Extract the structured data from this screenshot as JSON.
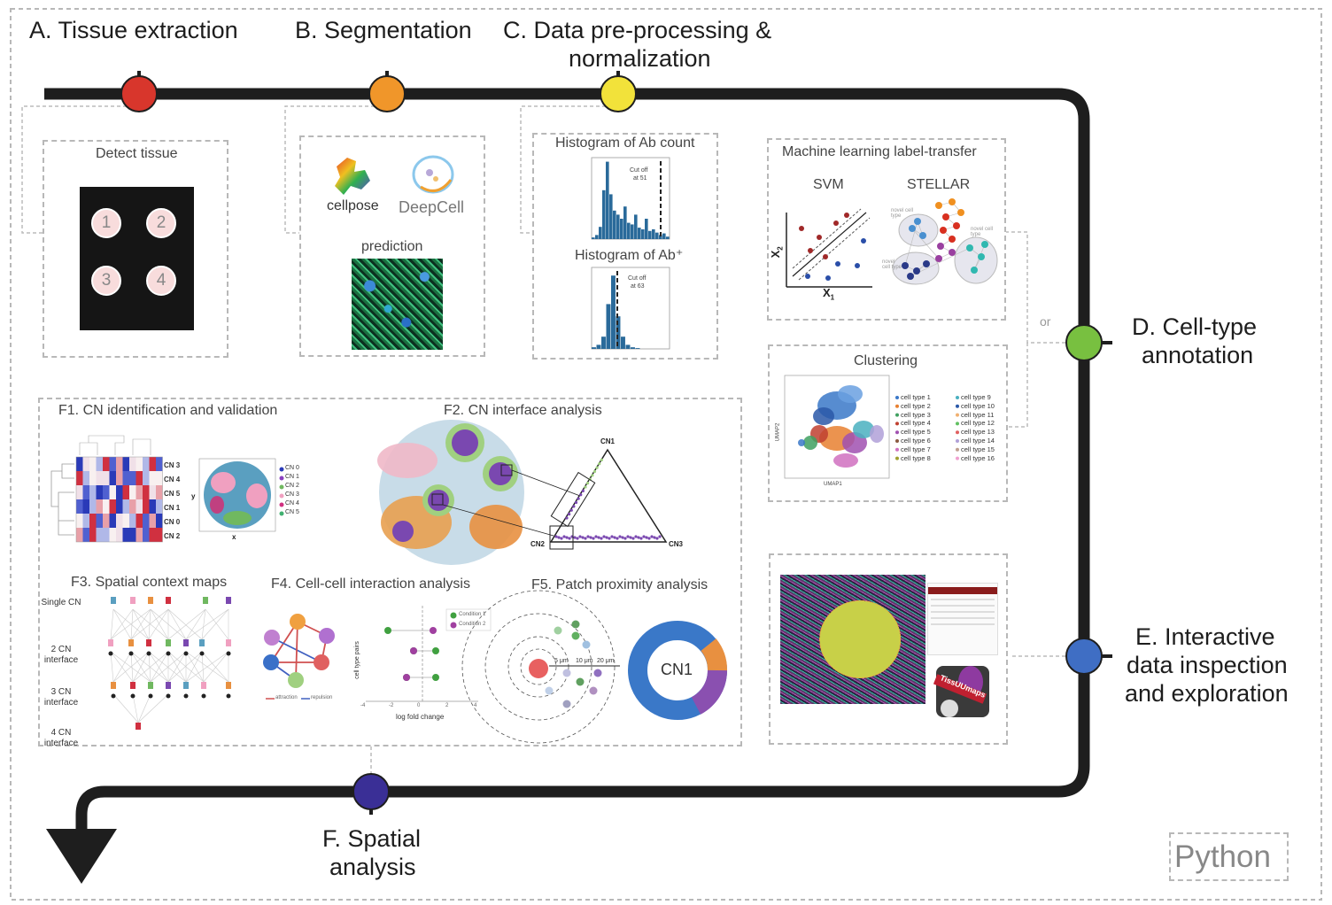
{
  "steps": {
    "a": "A. Tissue extraction",
    "b": "B. Segmentation",
    "c_line1": "C. Data pre-processing &",
    "c_line2": "normalization",
    "d_line1": "D. Cell-type",
    "d_line2": "annotation",
    "e_line1": "E. Interactive",
    "e_line2": "data inspection",
    "e_line3": "and exploration",
    "f_line1": "F. Spatial",
    "f_line2": "analysis"
  },
  "colors": {
    "a": "#d8362c",
    "b": "#f0962a",
    "c": "#f2e23a",
    "d": "#78c040",
    "e": "#3f6ec4",
    "f": "#3a2f96"
  },
  "panel_a": {
    "title": "Detect tissue",
    "spots": [
      "1",
      "2",
      "3",
      "4"
    ]
  },
  "panel_b": {
    "logo1": "cellpose",
    "logo2": "DeepCell",
    "prediction": "prediction"
  },
  "panel_c": {
    "hist1_title": "Histogram of Ab count",
    "hist1_cutoff_line1": "Cut off",
    "hist1_cutoff_line2": "at 51",
    "hist2_title": "Histogram of Ab⁺",
    "hist2_cutoff_line1": "Cut off",
    "hist2_cutoff_line2": "at 63"
  },
  "panel_d_ml": {
    "title": "Machine learning label-transfer",
    "svm": "SVM",
    "stellar": "STELLAR",
    "x_axis": "X",
    "x_sub": "1",
    "y_axis": "X",
    "y_sub": "2",
    "novel1": "novel cell type",
    "novel2": "novel cell type",
    "novel3": "novel cell type"
  },
  "or_label": "or",
  "panel_d_cluster": {
    "title": "Clustering",
    "umap_x": "UMAP1",
    "umap_y": "UMAP2",
    "legend_col1": [
      "cell type 1",
      "cell type 2",
      "cell type 3",
      "cell type 4",
      "cell type 5",
      "cell type 6",
      "cell type 7",
      "cell type 8"
    ],
    "legend_col2": [
      "cell type 9",
      "cell type 10",
      "cell type 11",
      "cell type 12",
      "cell type 13",
      "cell type 14",
      "cell type 15",
      "cell type 16"
    ]
  },
  "panel_e": {
    "logo": "TissUUmaps"
  },
  "panel_f": {
    "f1_title": "F1. CN identification and validation",
    "f1_rows": [
      "CN 3",
      "CN 4",
      "CN 5",
      "CN 1",
      "CN 0",
      "CN 2"
    ],
    "f1_legend": [
      "CN 0",
      "CN 1",
      "CN 2",
      "CN 3",
      "CN 4",
      "CN 5"
    ],
    "f1_axis_x": "x",
    "f1_axis_y": "y",
    "f2_title": "F2. CN interface analysis",
    "f2_cn1": "CN1",
    "f2_cn2": "CN2",
    "f2_cn3": "CN3",
    "f3_title": "F3. Spatial context maps",
    "f3_levels": [
      "Single CN",
      "2 CN interface",
      "3 CN interface",
      "4 CN interface"
    ],
    "f4_title": "F4. Cell-cell interaction analysis",
    "f4_legend": [
      "attraction",
      "repulsion"
    ],
    "f4_conditions": [
      "Condition 1",
      "Condition 2"
    ],
    "f4_xlabel": "log fold change",
    "f4_ylabel": "cell type pairs",
    "f4_ticks": [
      "-4",
      "-2",
      "0",
      "2",
      "4"
    ],
    "f5_title": "F5. Patch proximity analysis",
    "f5_dist": [
      "5 μm",
      "10 μm",
      "20 μm"
    ],
    "f5_center": "CN1"
  },
  "python_label": "Python"
}
